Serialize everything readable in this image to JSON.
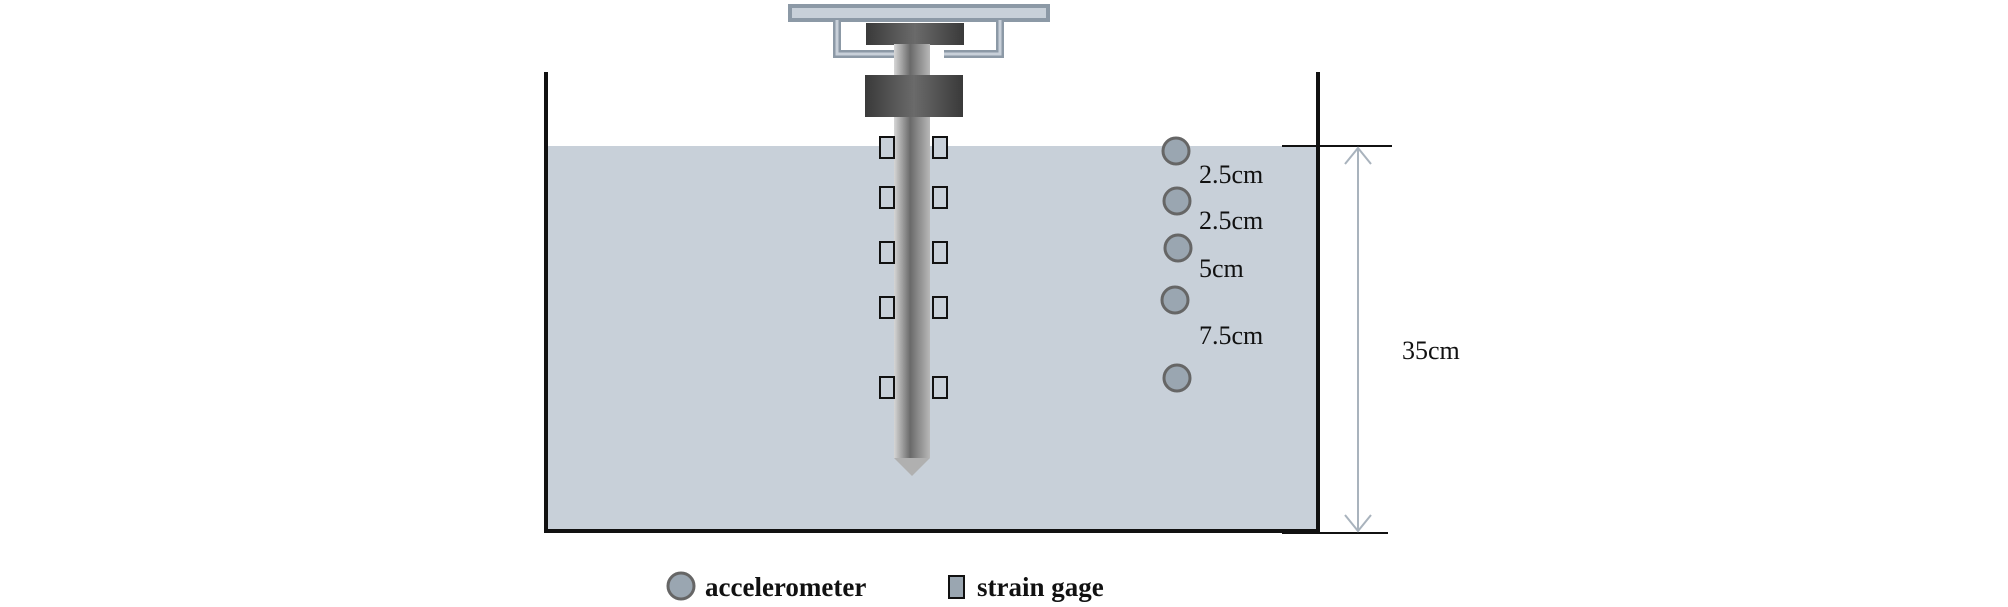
{
  "diagram": {
    "spacings": [
      "2.5cm",
      "2.5cm",
      "5cm",
      "7.5cm"
    ],
    "depth": "35cm",
    "legend": {
      "accelerometer": "accelerometer",
      "strain_gage": "strain gage"
    }
  },
  "colors": {
    "soil": "#c8d0d9",
    "sensor": "#9aa6b1",
    "frame": "#8c99a6",
    "block": "#444444",
    "outline": "#111111"
  }
}
